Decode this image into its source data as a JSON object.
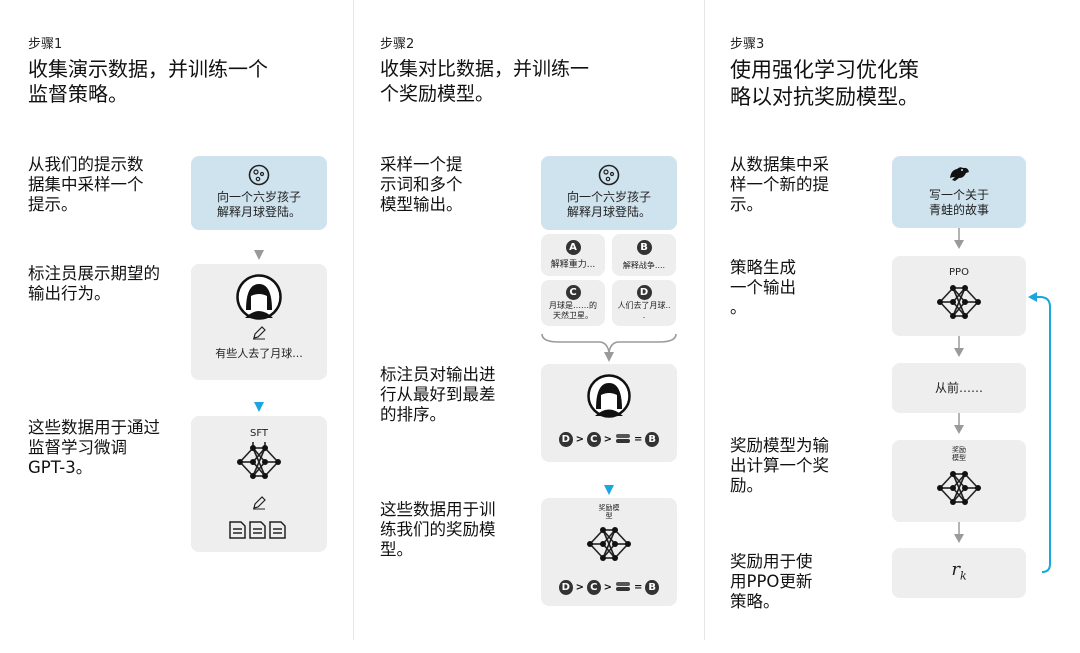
{
  "step1": {
    "step_label": "步骤1",
    "heading_line1": "收集演示数据，并训练一个",
    "heading_line2": "监督策略。",
    "desc1_lines": [
      "从我们的提示数",
      "据集中采样一个",
      "提示。"
    ],
    "desc2_lines": [
      "标注员展示期望的",
      "输出行为。"
    ],
    "desc3_lines": [
      "这些数据用于通过",
      "监督学习微调",
      "GPT-3。"
    ],
    "prompt_line1": "向一个六岁孩子",
    "prompt_line2": "解释月球登陆。",
    "demo_text": "有些人去了月球...",
    "sft_label": "SFT"
  },
  "step2": {
    "step_label": "步骤2",
    "heading_line1": "收集对比数据，并训练一",
    "heading_line2": "个奖励模型。",
    "desc1_lines": [
      "采样一个提",
      "示词和多个",
      "模型输出。"
    ],
    "desc2_lines": [
      "标注员对输出进",
      "行从最好到最差",
      "的排序。"
    ],
    "desc3_lines": [
      "这些数据用于训",
      "练我们的奖励模",
      "型。"
    ],
    "prompt_line1": "向一个六岁孩子",
    "prompt_line2": "解释月球登陆。",
    "outputs": [
      {
        "letter": "A",
        "text": "解释重力..."
      },
      {
        "letter": "B",
        "text": "解释战争...."
      },
      {
        "letter": "C",
        "text_line1": "月球是……的",
        "text_line2": "天然卫星。"
      },
      {
        "letter": "D",
        "text_line1": "人们去了月球..",
        "text_line2": "."
      }
    ],
    "ranking": [
      "D",
      ">",
      "C",
      ">",
      "=",
      "B"
    ],
    "rm_label_line1": "奖励模",
    "rm_label_line2": "型"
  },
  "step3": {
    "step_label": "步骤3",
    "heading_line1": "使用强化学习优化策",
    "heading_line2": "略以对抗奖励模型。",
    "desc1_lines": [
      "从数据集中采",
      "样一个新的提",
      "示。"
    ],
    "desc2_lines": [
      "策略生成",
      "一个输出",
      "。"
    ],
    "desc3_lines": [
      "奖励模型为输",
      "出计算一个奖",
      "励。"
    ],
    "desc4_lines": [
      "奖励用于使",
      "用PPO更新",
      "策略。"
    ],
    "prompt_line1": "写一个关于",
    "prompt_line2": "青蛙的故事",
    "ppo_label": "PPO",
    "output_text": "从前……",
    "rm_label_line1": "奖励",
    "rm_label_line2": "模型",
    "reward_symbol": "r",
    "reward_subscript": "k"
  },
  "colors": {
    "card_blue": "#cfe3ee",
    "card_gray": "#eeeeee",
    "arrow_gray": "#9a9a9a",
    "arrow_cyan": "#1aa7e0"
  }
}
